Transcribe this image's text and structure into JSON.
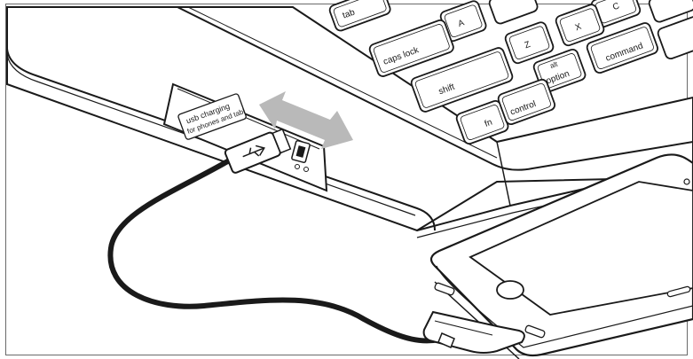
{
  "illustration": {
    "keyboard": {
      "keys": [
        {
          "id": "tab",
          "label": "tab"
        },
        {
          "id": "a",
          "label": "A"
        },
        {
          "id": "c",
          "label": "C"
        },
        {
          "id": "caps_lock",
          "label": "caps lock"
        },
        {
          "id": "z",
          "label": "Z"
        },
        {
          "id": "x",
          "label": "X"
        },
        {
          "id": "shift",
          "label": "shift"
        },
        {
          "id": "alt",
          "label": "alt"
        },
        {
          "id": "option",
          "label": "option"
        },
        {
          "id": "command",
          "label": "command"
        },
        {
          "id": "fn",
          "label": "fn"
        },
        {
          "id": "control",
          "label": "control"
        }
      ]
    },
    "usb_port_label": {
      "line1": "usb charging",
      "line2": "for phones and tabl"
    },
    "colors": {
      "outline": "#1a1a1a",
      "fill": "#ffffff",
      "shade": "#e6e6e6",
      "arrow": "#b9b9b9",
      "frame": "#6a6a6a"
    }
  }
}
